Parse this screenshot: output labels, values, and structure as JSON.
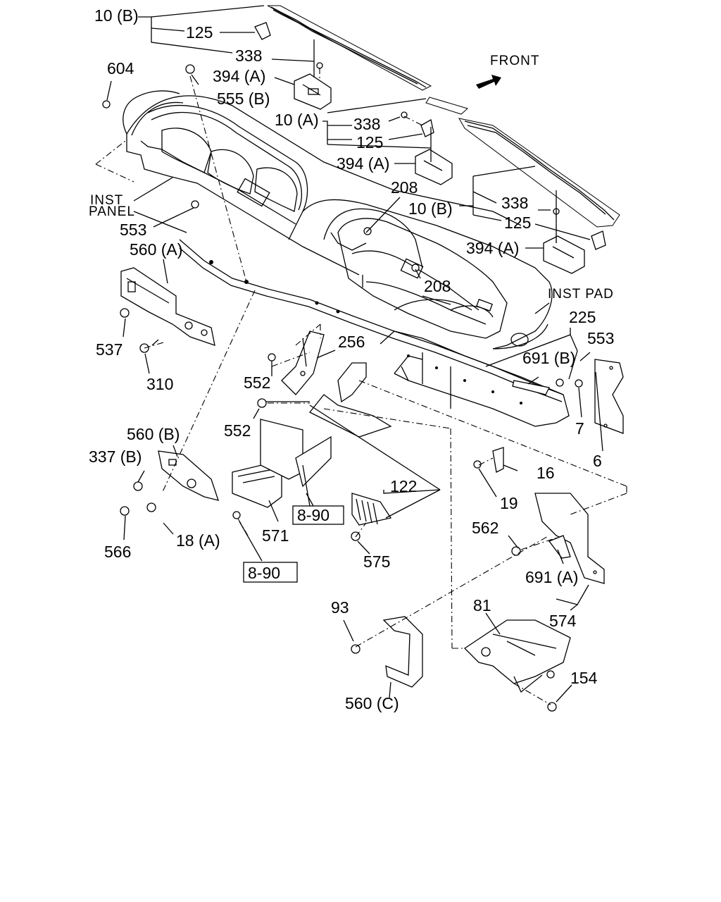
{
  "direction": {
    "front": "FRONT"
  },
  "callouts": {
    "c_10b_top": "10 (B)",
    "c_125_top": "125",
    "c_338_top": "338",
    "c_604": "604",
    "c_394a_top": "394 (A)",
    "c_555b": "555 (B)",
    "c_10a": "10 (A)",
    "c_338_mid": "338",
    "c_125_mid": "125",
    "c_394a_mid": "394 (A)",
    "c_208_a": "208",
    "c_10b_right": "10 (B)",
    "c_338_right": "338",
    "c_125_right": "125",
    "c_394a_right": "394 (A)",
    "c_553_left": "553",
    "c_560a": "560 (A)",
    "c_208_b": "208",
    "c_225": "225",
    "c_553_right": "553",
    "c_537": "537",
    "c_256": "256",
    "c_691b": "691 (B)",
    "c_310": "310",
    "c_552_a": "552",
    "c_552_b": "552",
    "c_7": "7",
    "c_560b": "560 (B)",
    "c_6": "6",
    "c_337b": "337 (B)",
    "c_16": "16",
    "c_122": "122",
    "c_19": "19",
    "c_566": "566",
    "c_18a": "18 (A)",
    "c_571": "571",
    "c_562": "562",
    "c_575": "575",
    "c_691a": "691 (A)",
    "c_93": "93",
    "c_81": "81",
    "c_574": "574",
    "c_154": "154",
    "c_560c": "560 (C)"
  },
  "text_labels": {
    "inst_panel_line1": "INST",
    "inst_panel_line2": "PANEL",
    "inst_pad": "INST PAD"
  },
  "reference_boxes": {
    "ref_a": "8-90",
    "ref_b": "8-90"
  }
}
